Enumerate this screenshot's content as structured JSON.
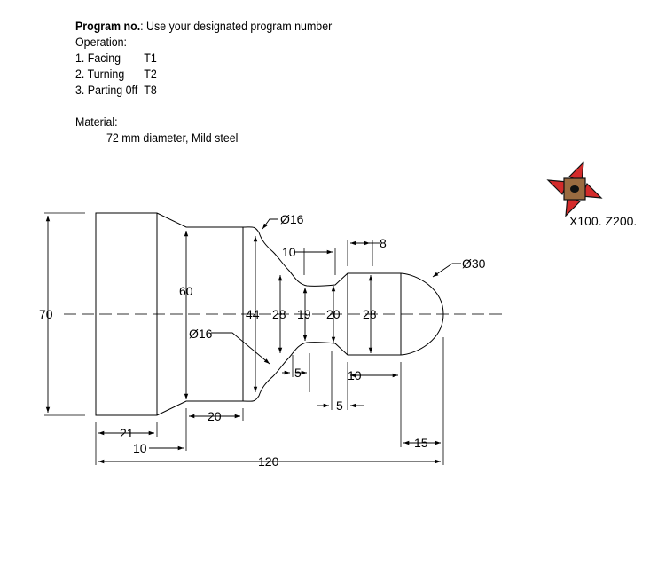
{
  "header": {
    "program_label": "Program no.",
    "program_value": ": Use your designated program number",
    "operation_label": "Operation:",
    "operations": [
      {
        "text": "1. Facing",
        "tool": "T1"
      },
      {
        "text": "2. Turning",
        "tool": "T2"
      },
      {
        "text": "3. Parting 0ff",
        "tool": "T8"
      }
    ],
    "material_label": "Material:",
    "material_value": "72 mm diameter, Mild steel"
  },
  "tool_icon": {
    "name": "turret-tool-icon",
    "caption": "X100. Z200.",
    "colors": {
      "blade": "#d42b2b",
      "outline": "#111111",
      "insert": "#9a6b40"
    }
  },
  "dimensions": {
    "overall_dia": "70",
    "dia_60": "60",
    "dia_44": "44",
    "dia_28_left": "28",
    "dia_19": "19",
    "dia_20": "20",
    "dia_28_right": "28",
    "radius_top": "Ø16",
    "radius_bottom": "Ø16",
    "radius_ball": "Ø30",
    "len_10_top": "10",
    "len_8": "8",
    "len_5_a": "5",
    "len_5_b": "5",
    "len_10_right": "10",
    "len_21": "21",
    "len_10_bottom": "10",
    "len_20": "20",
    "len_15": "15",
    "len_120": "120"
  }
}
